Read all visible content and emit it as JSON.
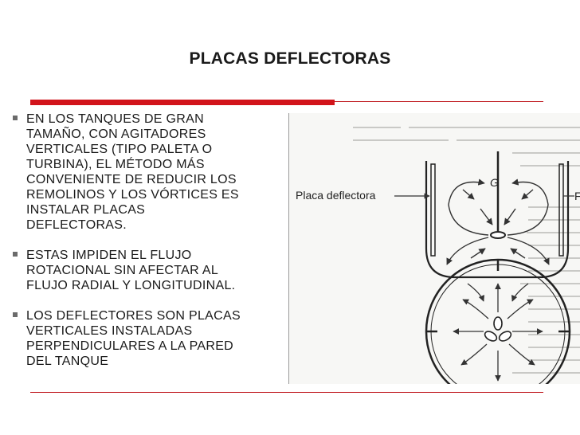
{
  "slide": {
    "title": "PLACAS DEFLECTORAS",
    "bullets": [
      "EN LOS TANQUES DE GRAN\nTAMAÑO, CON AGITADORES\nVERTICALES (TIPO PALETA O\nTURBINA), EL MÉTODO MÁS\nCONVENIENTE DE REDUCIR LOS\nREMOLINOS Y LOS VÓRTICES ES\nINSTALAR PLACAS\nDEFLECTORAS.",
      "ESTAS IMPIDEN EL FLUJO\nROTACIONAL SIN AFECTAR AL\nFLUJO RADIAL Y LONGITUDINAL.",
      "LOS DEFLECTORES SON PLACAS\nVERTICALES INSTALADAS\nPERPENDICULARES A LA PARED\nDEL TANQUE"
    ],
    "colors": {
      "accent_red": "#d2141b",
      "text": "#1a1a1a",
      "bullet": "#6b6b6b"
    }
  },
  "figure": {
    "label_left": "Placa deflectora",
    "label_right": "F",
    "label_impeller": "G"
  }
}
